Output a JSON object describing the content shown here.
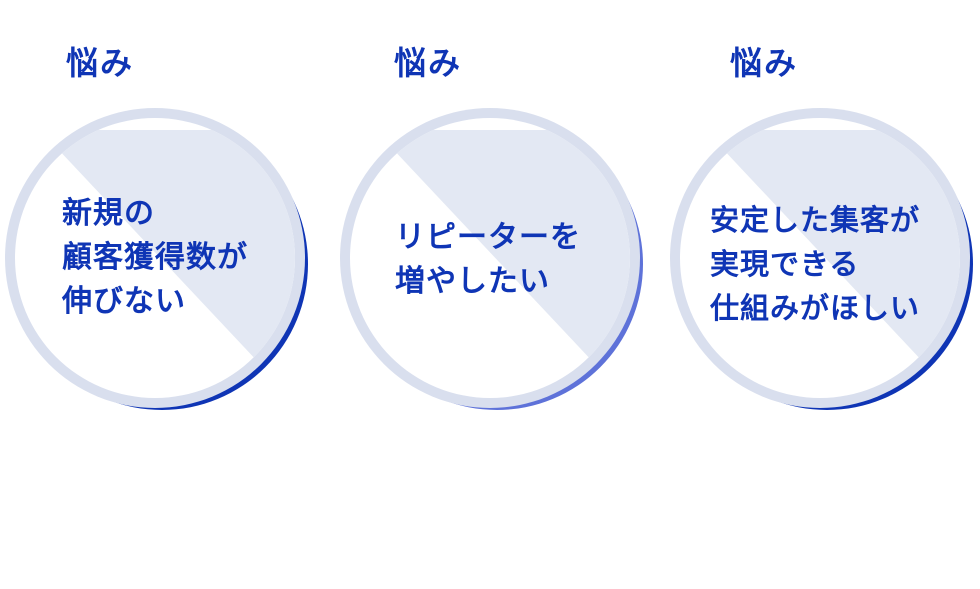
{
  "colors": {
    "accent": "#0f35b5",
    "accent_light": "#5e72d9",
    "circle_fill": "#ffffff",
    "circle_shade": "#e3e8f3",
    "ring": "#d9dfee"
  },
  "cards": [
    {
      "label": "悩み",
      "lines": [
        "新規の",
        "顧客獲得数が",
        "伸びない"
      ]
    },
    {
      "label": "悩み",
      "lines": [
        "リピーターを",
        "増やしたい"
      ]
    },
    {
      "label": "悩み",
      "lines": [
        "安定した集客が",
        "実現できる",
        "仕組みがほしい"
      ]
    }
  ]
}
